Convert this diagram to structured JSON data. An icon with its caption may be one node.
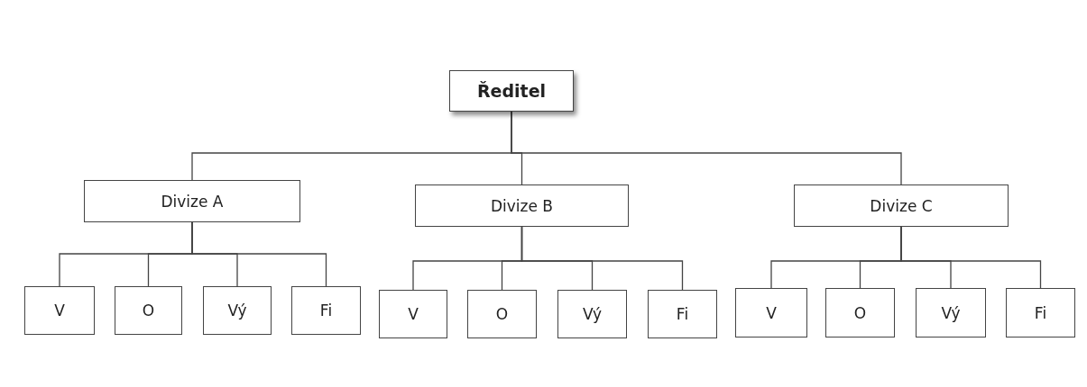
{
  "diagram": {
    "nodes": [
      {
        "text": [
          "Ředitel"
        ]
      },
      {
        "text": [
          "Divize A"
        ]
      },
      {
        "text": [
          "Divize B"
        ]
      },
      {
        "text": [
          "Divize C"
        ]
      },
      {
        "text": [
          "V"
        ]
      },
      {
        "text": [
          "O"
        ]
      },
      {
        "text": [
          "Vý"
        ]
      },
      {
        "text": [
          "Fi"
        ]
      },
      {
        "text": [
          "V"
        ]
      },
      {
        "text": [
          "O"
        ]
      },
      {
        "text": [
          "Vý"
        ]
      },
      {
        "text": [
          "Fi"
        ]
      },
      {
        "text": [
          "V"
        ]
      },
      {
        "text": [
          "O"
        ]
      },
      {
        "text": [
          "Vý"
        ]
      },
      {
        "text": [
          "Fi"
        ]
      }
    ],
    "edges": [
      {
        "from": 0,
        "to": 1,
        "arrow": "none"
      },
      {
        "from": 0,
        "to": 2,
        "arrow": "none"
      },
      {
        "from": 0,
        "to": 3,
        "arrow": "none"
      },
      {
        "from": 1,
        "to": 4,
        "arrow": "none"
      },
      {
        "from": 1,
        "to": 5,
        "arrow": "none"
      },
      {
        "from": 1,
        "to": 6,
        "arrow": "none"
      },
      {
        "from": 1,
        "to": 7,
        "arrow": "none"
      },
      {
        "from": 2,
        "to": 8,
        "arrow": "none"
      },
      {
        "from": 2,
        "to": 9,
        "arrow": "none"
      },
      {
        "from": 2,
        "to": 10,
        "arrow": "none"
      },
      {
        "from": 2,
        "to": 11,
        "arrow": "none"
      },
      {
        "from": 3,
        "to": 12,
        "arrow": "none"
      },
      {
        "from": 3,
        "to": 13,
        "arrow": "none"
      },
      {
        "from": 3,
        "to": 14,
        "arrow": "none"
      },
      {
        "from": 3,
        "to": 15,
        "arrow": "none"
      }
    ]
  }
}
